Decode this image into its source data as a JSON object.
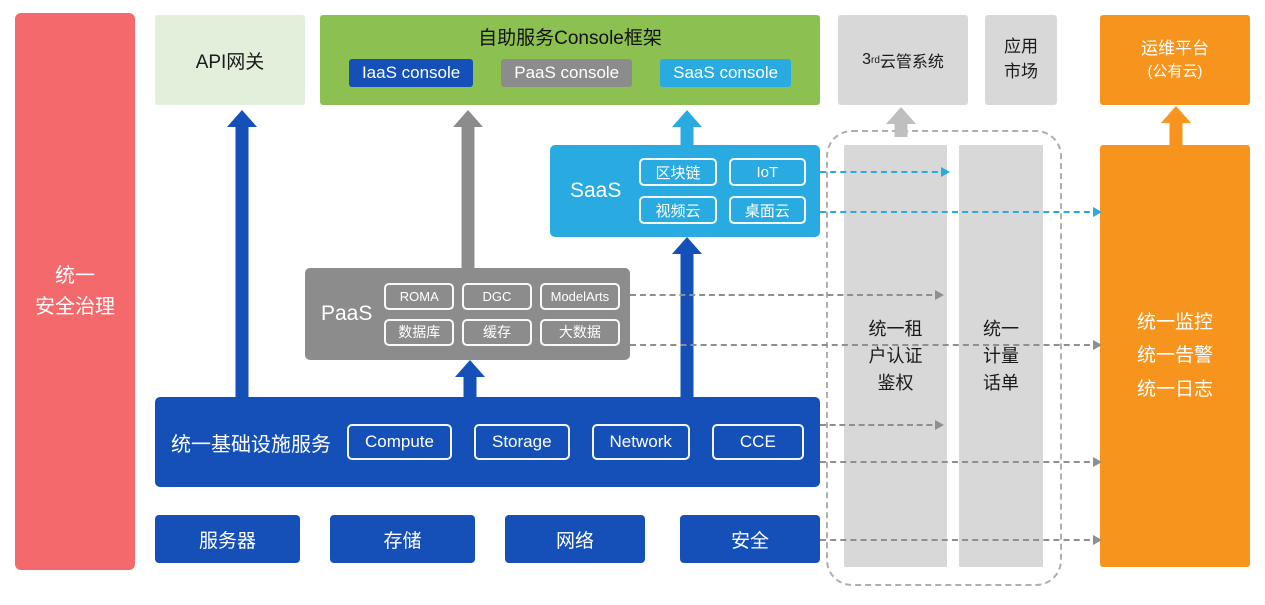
{
  "colors": {
    "red": "#F4696C",
    "light_green": "#E2F0DB",
    "green": "#8CC152",
    "blue": "#1450B8",
    "gray_box": "#8C8C8C",
    "light_gray": "#D8D8D8",
    "cyan": "#29ABE2",
    "orange": "#F7941E",
    "line_gray": "#8F8F8F",
    "arrow_light_gray": "#BFBFBF",
    "dashed_border": "#AFAFAF"
  },
  "left_bar": {
    "lines": [
      "统一",
      "安全治理"
    ]
  },
  "top": {
    "api_gateway": {
      "label": "API网关"
    },
    "console_frame": {
      "title": "自助服务Console框架",
      "consoles": [
        {
          "label": "IaaS console"
        },
        {
          "label": "PaaS console"
        },
        {
          "label": "SaaS console"
        }
      ]
    },
    "third_party": {
      "prefix": "3",
      "sup": "rd",
      "suffix": "云管系统"
    },
    "app_market": {
      "lines": [
        "应用",
        "市场"
      ]
    },
    "om_platform": {
      "lines": [
        "运维平台",
        "(公有云)"
      ]
    }
  },
  "saas": {
    "label": "SaaS",
    "items": [
      "区块链",
      "IoT",
      "视频云",
      "桌面云"
    ]
  },
  "paas": {
    "label": "PaaS",
    "items": [
      "ROMA",
      "DGC",
      "ModelArts",
      "数据库",
      "缓存",
      "大数据"
    ]
  },
  "infra": {
    "label": "统一基础设施服务",
    "items": [
      "Compute",
      "Storage",
      "Network",
      "CCE"
    ]
  },
  "bottom_row": {
    "items": [
      "服务器",
      "存储",
      "网络",
      "安全"
    ]
  },
  "right": {
    "tenant_auth": {
      "lines": [
        "统一租",
        "户认证",
        "鉴权"
      ]
    },
    "metering": {
      "lines": [
        "统一",
        "计量",
        "话单"
      ]
    },
    "monitor": {
      "lines": [
        "统一监控",
        "统一告警",
        "统一日志"
      ]
    }
  }
}
